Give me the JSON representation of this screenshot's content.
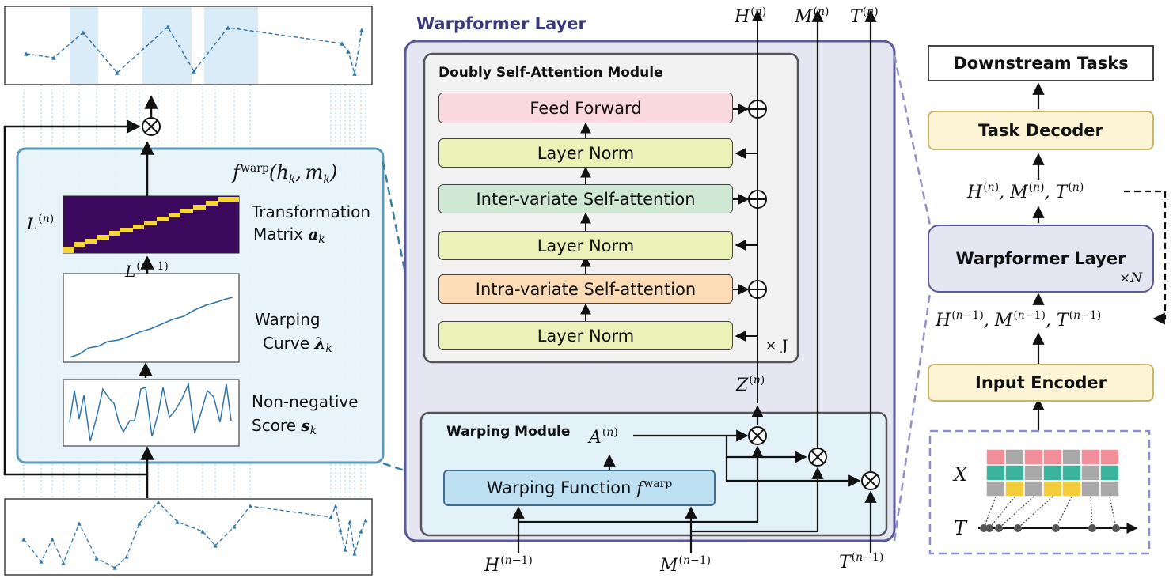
{
  "colors": {
    "outer_layer_border": "#5a5a9a",
    "outer_layer_fill": "#e6e6f2",
    "dsa_fill": "#f2f2f2",
    "warp_module_fill": "#e3f1f8",
    "warp_function_fill": "#bde0f3",
    "warp_function_border": "#3f6f8a",
    "left_panel_fill": "#e6f3fa",
    "left_panel_border": "#5a9ab8",
    "feed_forward": "#f9d9de",
    "layer_norm": "#eaf2b8",
    "inter_attention": "#cfe8d3",
    "intra_attention": "#fcdcb6",
    "encoder_decoder_fill": "#fdf4d6",
    "encoder_decoder_border": "#c8b568",
    "series_blue": "#2f75a8",
    "dashed_connector": "#9090c8"
  },
  "warpformer": {
    "title": "Warpformer Layer",
    "dsa": {
      "title": "Doubly Self-Attention Module",
      "feed_forward": "Feed Forward",
      "layer_norm_1": "Layer Norm",
      "inter_attention": "Inter-variate Self-attention",
      "layer_norm_2": "Layer Norm",
      "intra_attention": "Intra-variate Self-attention",
      "layer_norm_3": "Layer Norm",
      "repeat": "× J"
    },
    "warping_module": {
      "title": "Warping Module",
      "function_label": "Warping Function"
    }
  },
  "left_panel": {
    "transformation": [
      "Transformation",
      "Matrix"
    ],
    "warping_curve": [
      "Warping",
      "Curve"
    ],
    "score": [
      "Non-negative",
      "Score"
    ]
  },
  "pipeline": {
    "downstream": "Downstream Tasks",
    "decoder": "Task Decoder",
    "layer": "Warpformer Layer",
    "repeat": "×N",
    "encoder": "Input Encoder",
    "x_label": "X",
    "t_label": "T"
  }
}
